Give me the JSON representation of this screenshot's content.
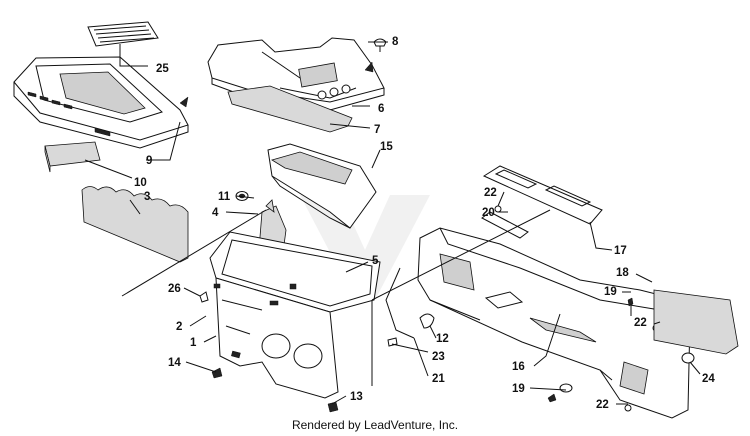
{
  "callouts": [
    {
      "id": "c1",
      "label": "1"
    },
    {
      "id": "c2",
      "label": "2"
    },
    {
      "id": "c3",
      "label": "3"
    },
    {
      "id": "c4",
      "label": "4"
    },
    {
      "id": "c5",
      "label": "5"
    },
    {
      "id": "c6",
      "label": "6"
    },
    {
      "id": "c7",
      "label": "7"
    },
    {
      "id": "c8",
      "label": "8"
    },
    {
      "id": "c9",
      "label": "9"
    },
    {
      "id": "c10",
      "label": "10"
    },
    {
      "id": "c11",
      "label": "11"
    },
    {
      "id": "c12",
      "label": "12"
    },
    {
      "id": "c13",
      "label": "13"
    },
    {
      "id": "c14",
      "label": "14"
    },
    {
      "id": "c15",
      "label": "15"
    },
    {
      "id": "c16",
      "label": "16"
    },
    {
      "id": "c17",
      "label": "17"
    },
    {
      "id": "c18",
      "label": "18"
    },
    {
      "id": "c19a",
      "label": "19"
    },
    {
      "id": "c19b",
      "label": "19"
    },
    {
      "id": "c20",
      "label": "20"
    },
    {
      "id": "c21",
      "label": "21"
    },
    {
      "id": "c22a",
      "label": "22"
    },
    {
      "id": "c22b",
      "label": "22"
    },
    {
      "id": "c22c",
      "label": "22"
    },
    {
      "id": "c23",
      "label": "23"
    },
    {
      "id": "c24",
      "label": "24"
    },
    {
      "id": "c25",
      "label": "25"
    },
    {
      "id": "c26",
      "label": "26"
    }
  ],
  "footer": {
    "credit": "Rendered by LeadVenture, Inc."
  }
}
